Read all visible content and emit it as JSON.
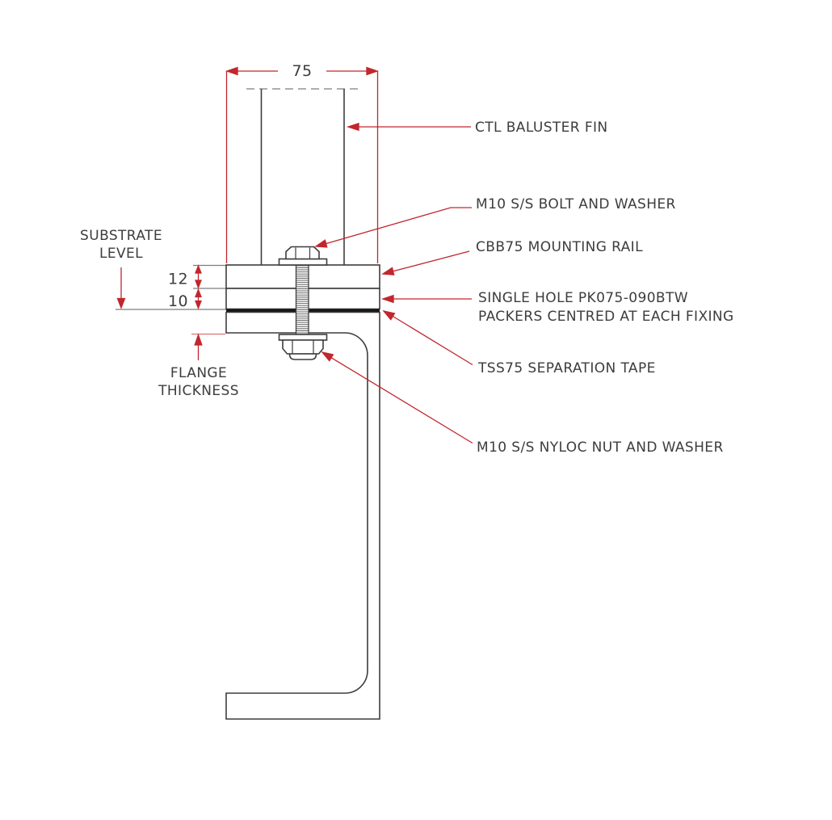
{
  "drawing": {
    "dimensions": {
      "rail_width": "75",
      "rail_thickness": "12",
      "packer_thickness": "10"
    },
    "left_annotations": {
      "substrate_line1": "SUBSTRATE",
      "substrate_line2": "LEVEL",
      "flange_line1": "FLANGE",
      "flange_line2": "THICKNESS"
    },
    "callouts": {
      "fin": "CTL BALUSTER FIN",
      "bolt": "M10 S/S BOLT AND WASHER",
      "rail": "CBB75 MOUNTING RAIL",
      "packers_line1": "SINGLE HOLE PK075-090BTW",
      "packers_line2": "PACKERS CENTRED AT EACH FIXING",
      "tape": "TSS75 SEPARATION TAPE",
      "nut": "M10 S/S NYLOC NUT AND WASHER"
    },
    "colors": {
      "leader_red": "#c1272d",
      "line_dark": "#3d3d3d",
      "line_gray": "#7e7e7e",
      "tape_black": "#161616",
      "text": "#3d3d3d",
      "background": "#ffffff"
    }
  }
}
